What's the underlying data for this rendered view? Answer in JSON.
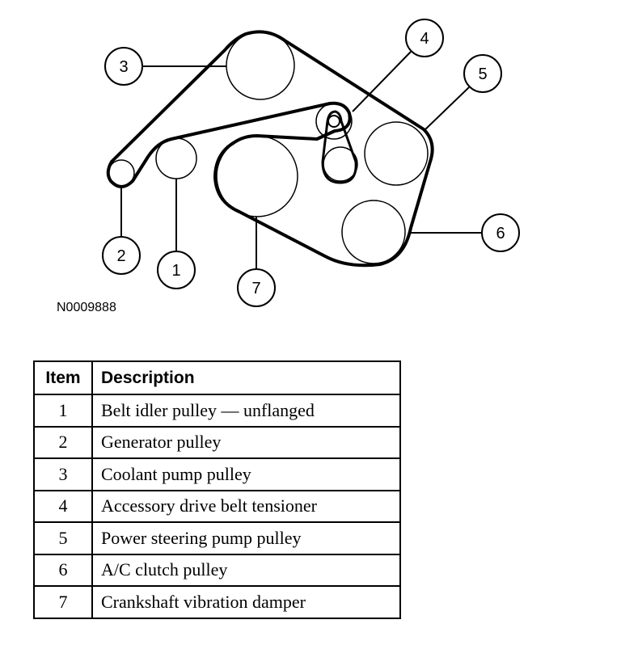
{
  "figure": {
    "id": "N0009888",
    "callouts": [
      "1",
      "2",
      "3",
      "4",
      "5",
      "6",
      "7"
    ]
  },
  "legend": {
    "headers": {
      "item": "Item",
      "description": "Description"
    },
    "rows": [
      {
        "item": "1",
        "description": "Belt idler pulley — unflanged"
      },
      {
        "item": "2",
        "description": "Generator pulley"
      },
      {
        "item": "3",
        "description": "Coolant pump pulley"
      },
      {
        "item": "4",
        "description": "Accessory drive belt tensioner"
      },
      {
        "item": "5",
        "description": "Power steering pump pulley"
      },
      {
        "item": "6",
        "description": "A/C clutch pulley"
      },
      {
        "item": "7",
        "description": "Crankshaft vibration damper"
      }
    ]
  }
}
